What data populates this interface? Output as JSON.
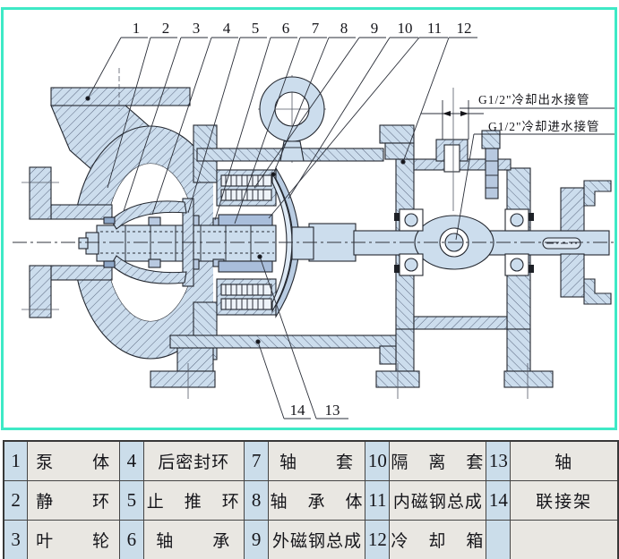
{
  "drawing": {
    "border_color": "#3EE9C6",
    "part_fill_color": "#CCDDED",
    "line_color": "#23272F",
    "annotations": [
      {
        "text": "G1/2\"冷却出水接管"
      },
      {
        "text": "G1/2\"冷却进水接管"
      }
    ],
    "callouts": [
      {
        "n": "1",
        "part": "泵体"
      },
      {
        "n": "2",
        "part": "静环"
      },
      {
        "n": "3",
        "part": "叶轮"
      },
      {
        "n": "4",
        "part": "后密封环"
      },
      {
        "n": "5",
        "part": "止推环"
      },
      {
        "n": "6",
        "part": "轴承"
      },
      {
        "n": "7",
        "part": "轴套"
      },
      {
        "n": "8",
        "part": "轴承体"
      },
      {
        "n": "9",
        "part": "外磁钢总成"
      },
      {
        "n": "10",
        "part": "隔离套"
      },
      {
        "n": "11",
        "part": "内磁钢总成"
      },
      {
        "n": "12",
        "part": "冷却箱"
      },
      {
        "n": "13",
        "part": "轴"
      },
      {
        "n": "14",
        "part": "联接架"
      }
    ]
  },
  "parts_table": {
    "number_cell_color": "#CBDDEA",
    "name_cell_color": "#E9E7E2",
    "rows": [
      [
        {
          "no": "1",
          "name": "泵　　体"
        },
        {
          "no": "4",
          "name": "后密封环"
        },
        {
          "no": "7",
          "name": "轴　　套"
        },
        {
          "no": "10",
          "name": "隔　离　套"
        },
        {
          "no": "13",
          "name": "轴"
        }
      ],
      [
        {
          "no": "2",
          "name": "静　　环"
        },
        {
          "no": "5",
          "name": "止　推　环"
        },
        {
          "no": "8",
          "name": "轴　承　体"
        },
        {
          "no": "11",
          "name": "内磁钢总成"
        },
        {
          "no": "14",
          "name": "联接架"
        }
      ],
      [
        {
          "no": "3",
          "name": "叶　　轮"
        },
        {
          "no": "6",
          "name": "轴　　承"
        },
        {
          "no": "9",
          "name": "外磁钢总成"
        },
        {
          "no": "12",
          "name": "冷　却　箱"
        },
        {
          "no": "",
          "name": ""
        }
      ]
    ]
  }
}
